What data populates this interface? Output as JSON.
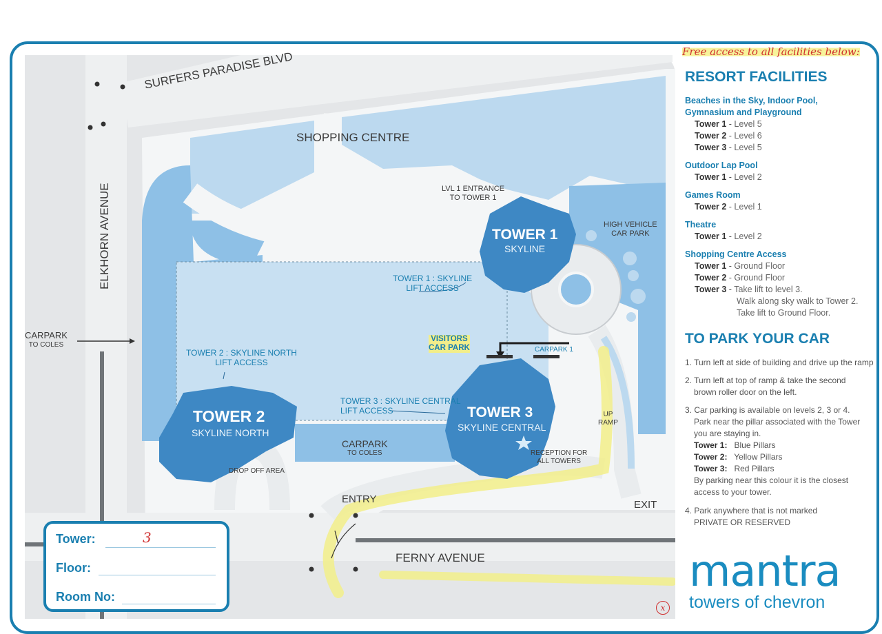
{
  "map": {
    "roads": {
      "surfers": "SURFERS PARADISE BLVD",
      "elkhorn": "ELKHORN AVENUE",
      "ferny": "FERNY AVENUE"
    },
    "shopping_centre": "SHOPPING CENTRE",
    "lvl1_entrance": [
      "LVL 1 ENTRANCE",
      "TO TOWER 1"
    ],
    "tower1": {
      "name": "TOWER 1",
      "sub": "SKYLINE"
    },
    "tower2": {
      "name": "TOWER 2",
      "sub": "SKYLINE NORTH"
    },
    "tower3": {
      "name": "TOWER 3",
      "sub": "SKYLINE CENTRAL"
    },
    "tower1_lift": [
      "TOWER 1 : SKYLINE",
      "LIFT ACCESS"
    ],
    "tower2_lift": [
      "TOWER 2 : SKYLINE NORTH",
      "LIFT ACCESS"
    ],
    "tower3_lift": [
      "TOWER 3 : SKYLINE CENTRAL",
      "LIFT ACCESS"
    ],
    "high_vehicle": [
      "HIGH VEHICLE",
      "CAR PARK"
    ],
    "visitors": [
      "VISITORS",
      "CAR PARK"
    ],
    "carpark1": "CARPARK 1",
    "carpark_coles_left": [
      "CARPARK",
      "TO COLES"
    ],
    "carpark_coles_mid": [
      "CARPARK",
      "TO COLES"
    ],
    "drop_off": "DROP OFF AREA",
    "up_ramp": [
      "UP",
      "RAMP"
    ],
    "reception": [
      "RECEPTION FOR",
      "ALL TOWERS"
    ],
    "entry": "ENTRY",
    "exit": "EXIT",
    "marker_x": "x"
  },
  "panel": {
    "handwritten_note": "Free access to all facilities below:",
    "resort_title": "RESORT FACILITIES",
    "facilities": [
      {
        "category": [
          "Beaches in the Sky, Indoor Pool,",
          "Gymnasium and Playground"
        ],
        "rows": [
          [
            "Tower 1",
            "Level 5"
          ],
          [
            "Tower 2",
            "Level 6"
          ],
          [
            "Tower 3",
            "Level 5"
          ]
        ]
      },
      {
        "category": [
          "Outdoor Lap Pool"
        ],
        "rows": [
          [
            "Tower 1",
            "Level 2"
          ]
        ]
      },
      {
        "category": [
          "Games Room"
        ],
        "rows": [
          [
            "Tower 2",
            "Level 1"
          ]
        ]
      },
      {
        "category": [
          "Theatre"
        ],
        "rows": [
          [
            "Tower 1",
            "Level 2"
          ]
        ]
      },
      {
        "category": [
          "Shopping Centre Access"
        ],
        "rows": [
          [
            "Tower 1",
            "Ground Floor"
          ],
          [
            "Tower 2",
            "Ground Floor"
          ],
          [
            "Tower 3",
            "Take lift to level 3."
          ]
        ],
        "extra": [
          "Walk along sky walk to Tower 2.",
          "Take lift to Ground Floor."
        ]
      }
    ],
    "park_title": "TO PARK YOUR CAR",
    "steps": {
      "s1": "1. Turn left at side of building and drive up the ramp",
      "s2a": "2. Turn left at top of ramp & take the second",
      "s2b": "brown roller door on the left.",
      "s3a": "3. Car parking is available on levels 2, 3 or 4.",
      "s3b": "Park near the pillar associated with the Tower",
      "s3c": "you are staying in.",
      "p1k": "Tower 1:",
      "p1v": "Blue Pillars",
      "p2k": "Tower 2:",
      "p2v": "Yellow Pillars",
      "p3k": "Tower 3:",
      "p3v": "Red Pillars",
      "s3d": "By parking near this colour it is the closest",
      "s3e": "access to your tower.",
      "s4a": "4. Park anywhere that is not marked",
      "s4b": "PRIVATE OR RESERVED"
    },
    "logo_word": "mantra",
    "logo_sub": "towers of chevron"
  },
  "card": {
    "tower_label": "Tower:",
    "tower_value": "3",
    "floor_label": "Floor:",
    "room_label": "Room No:"
  }
}
